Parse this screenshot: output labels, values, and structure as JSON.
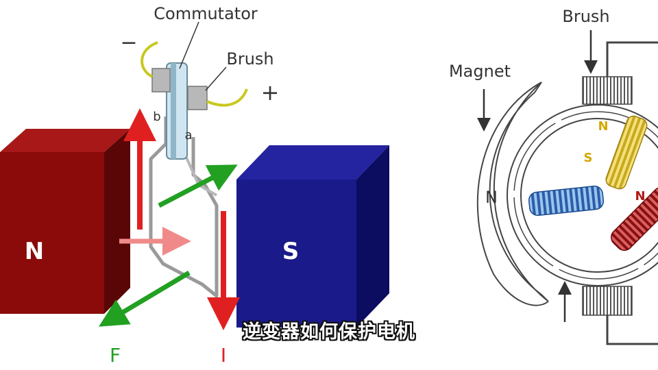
{
  "left_figure": {
    "commutator_label": "Commutator",
    "brush_label": "Brush",
    "minus_sign": "−",
    "plus_sign": "+",
    "segment_a": "a",
    "segment_b": "b",
    "north_pole": "N",
    "south_pole": "S",
    "force_label": "F",
    "current_label": "I"
  },
  "right_figure": {
    "brush_top_label": "Brush",
    "magnet_label": "Magnet",
    "north_pole": "N",
    "coil_top_n": "N",
    "coil_top_s": "S",
    "coil_right_n": "N"
  },
  "subtitle": "逆变器如何保护电机",
  "colors": {
    "north_magnet": "#8b0a0a",
    "south_magnet": "#1a1a8a",
    "current_arrow": "#e02020",
    "force_arrow": "#22a022",
    "field_arrow": "#f08a8a",
    "coil_yellow": "#e8d040",
    "coil_blue": "#3a78c8",
    "coil_red": "#b02020",
    "wire_yellow": "#c8c820"
  }
}
